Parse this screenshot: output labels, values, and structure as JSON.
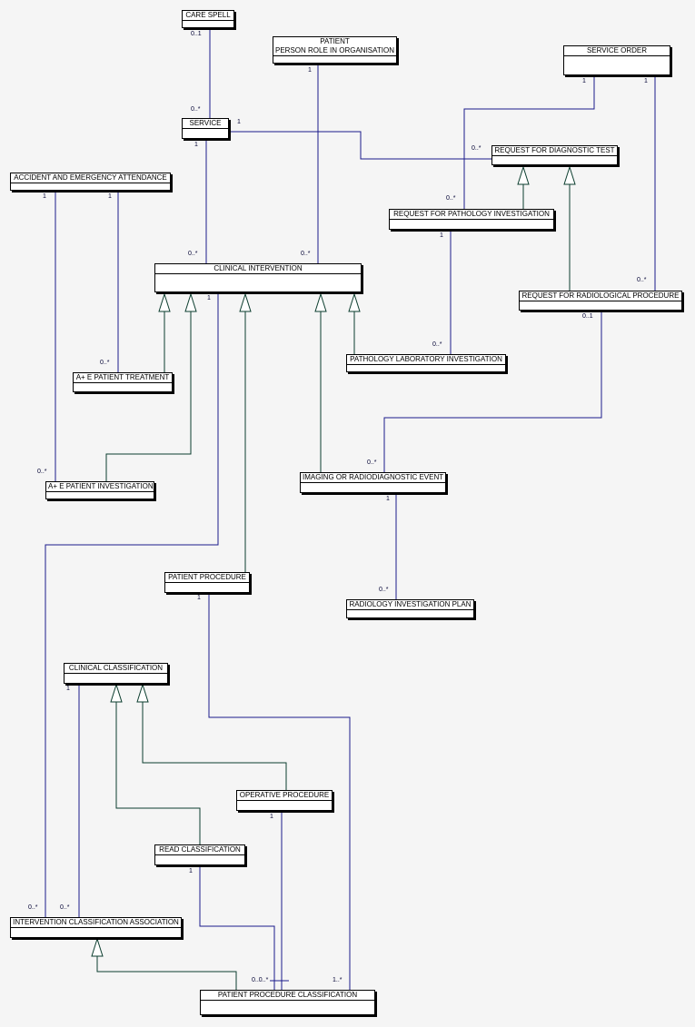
{
  "entities": {
    "care_spell": "CARE SPELL",
    "patient_line1": "PATIENT",
    "patient_line2": "PERSON ROLE IN ORGANISATION",
    "service_order": "SERVICE ORDER",
    "service": "SERVICE",
    "request_diagnostic_test": "REQUEST FOR DIAGNOSTIC TEST",
    "accident_emergency": "ACCIDENT AND EMERGENCY ATTENDANCE",
    "request_pathology": "REQUEST FOR PATHOLOGY INVESTIGATION",
    "clinical_intervention": "CLINICAL INTERVENTION",
    "request_radiological": "REQUEST FOR RADIOLOGICAL PROCEDURE",
    "pathology_lab": "PATHOLOGY LABORATORY INVESTIGATION",
    "ae_treatment": "A+ E PATIENT TREATMENT",
    "ae_investigation": "A+ E PATIENT INVESTIGATION",
    "imaging_event": "IMAGING OR RADIODIAGNOSTIC EVENT",
    "patient_procedure": "PATIENT PROCEDURE",
    "radiology_plan": "RADIOLOGY INVESTIGATION PLAN",
    "clinical_classification": "CLINICAL CLASSIFICATION",
    "operative_procedure": "OPERATIVE PROCEDURE",
    "read_classification": "READ CLASSIFICATION",
    "intervention_class_assoc": "INTERVENTION CLASSIFICATION ASSOCIATION",
    "patient_proc_classification": "PATIENT PROCEDURE CLASSIFICATION"
  },
  "multiplicities": {
    "care_spell_service": "0..1",
    "service_care_spell": "0..*",
    "patient_ci": "1",
    "service_order_path": "1",
    "service_order_radio": "1",
    "service_req": "1",
    "req_service": "0..*",
    "service_ci": "1",
    "path_service_order": "0..*",
    "ae_inv": "1",
    "ae_treat": "1",
    "req_path_lab": "1",
    "ci_service": "0..*",
    "ci_patient": "0..*",
    "radio_service_order": "0..*",
    "radio_imaging": "0..1",
    "ci_pp": "1",
    "path_lab_req": "0..*",
    "treat_ae": "0..*",
    "inv_ae": "0..*",
    "imaging_radio": "0..*",
    "imaging_plan": "1",
    "pp_ppc": "1",
    "plan_imaging": "0..*",
    "cc_ica": "1",
    "op_ppc": "1",
    "read_ppc": "1",
    "ica_ci": "0..*",
    "ica_cc": "0..*",
    "ppc_left": "0..0..*",
    "ppc_right": "1..*"
  }
}
